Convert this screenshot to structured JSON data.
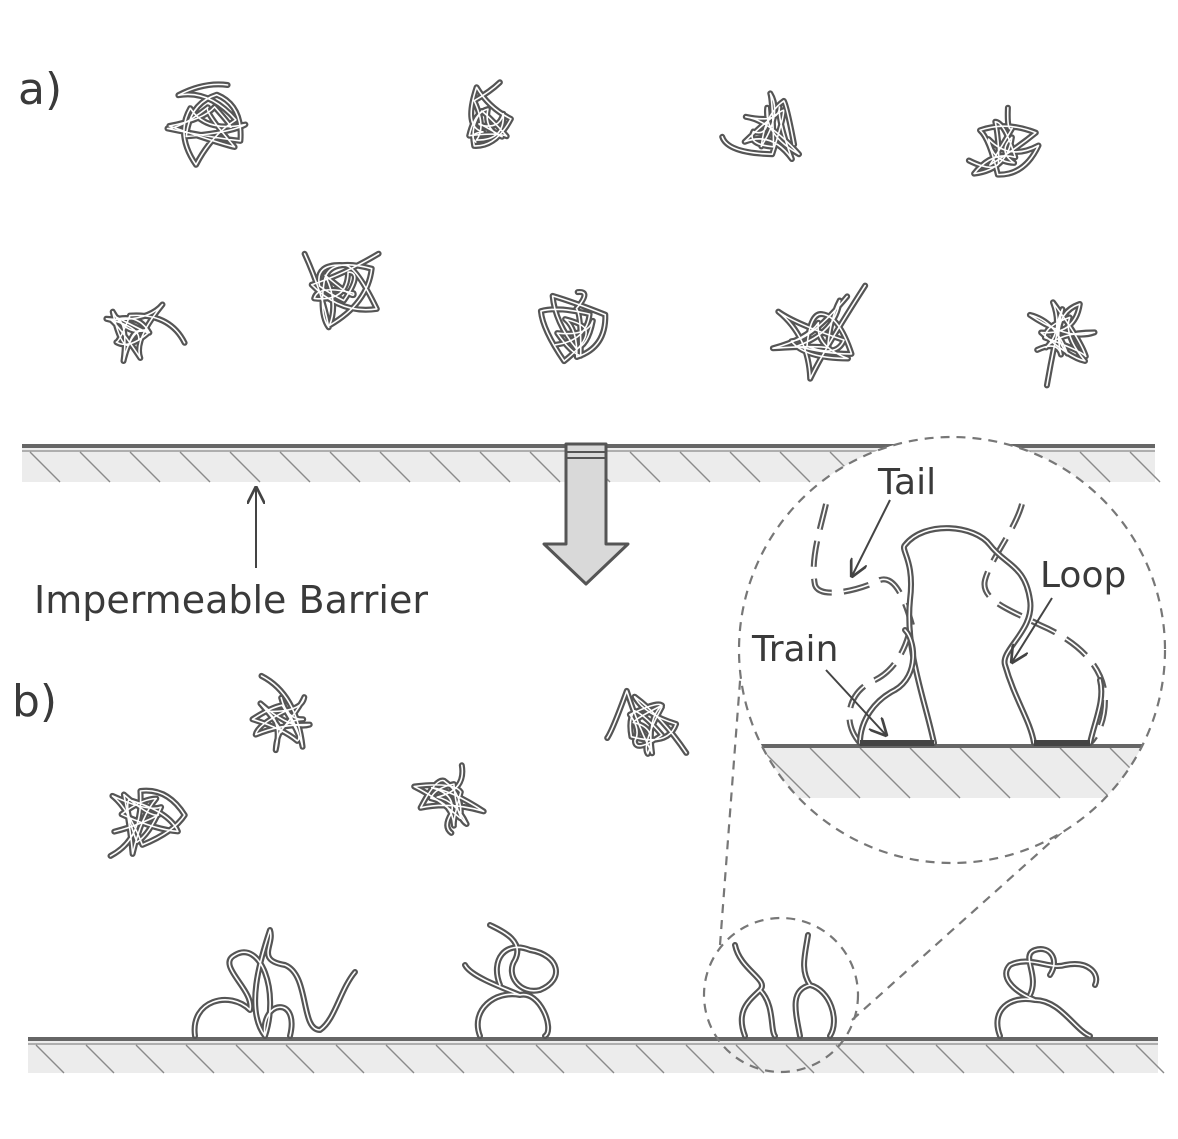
{
  "figure": {
    "panel_a_label": "a)",
    "panel_b_label": "b)",
    "barrier_label": "Impermeable Barrier",
    "inset_labels": {
      "tail": "Tail",
      "loop": "Loop",
      "train": "Train"
    }
  }
}
